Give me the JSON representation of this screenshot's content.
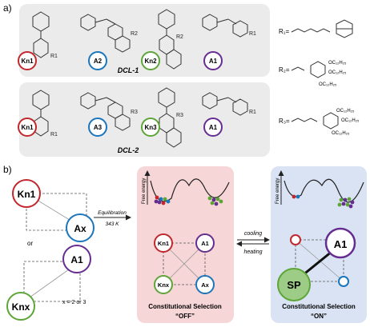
{
  "panel_a": {
    "label": "a)",
    "dcl1": {
      "title": "DCL-1",
      "badges": [
        "Kn1",
        "A2",
        "Kn2",
        "A1"
      ],
      "r_labels": [
        "R1",
        "R2",
        "R2",
        "R1"
      ]
    },
    "dcl2": {
      "title": "DCL-2",
      "badges": [
        "Kn1",
        "A3",
        "Kn3",
        "A1"
      ],
      "r_labels": [
        "R1",
        "R3",
        "R3",
        "R1"
      ]
    },
    "substituents": {
      "r1": "R₁=",
      "r2": "R₂=",
      "r3": "R₃=",
      "chain": "OC₁₂H₂₅"
    }
  },
  "panel_b": {
    "label": "b)",
    "left": {
      "kn1": "Kn1",
      "ax": "Ax",
      "a1": "A1",
      "knx": "Knx",
      "or": "or",
      "x_note": "x = 2 or 3"
    },
    "arrow1": {
      "top": "Equilibration",
      "bottom": "343 K"
    },
    "off_box": {
      "y_axis": "Free energy",
      "nodes": [
        "Kn1",
        "A1",
        "Knx",
        "Ax"
      ],
      "caption1": "Constitutional Selection",
      "caption2": "“OFF”"
    },
    "arrow2": {
      "top": "cooling",
      "bottom": "heating"
    },
    "on_box": {
      "y_axis": "Free energy",
      "a1": "A1",
      "sp": "SP",
      "caption1": "Constitutional Selection",
      "caption2": "“ON”"
    }
  },
  "colors": {
    "red": "#c1272d",
    "blue": "#1b75bb",
    "green": "#5ea538",
    "purple": "#662d91",
    "off_bg": "#f7d6d8",
    "on_bg": "#d9e3f3",
    "dcl_bg": "#ebebeb",
    "sp_fill": "#9ccc85"
  }
}
